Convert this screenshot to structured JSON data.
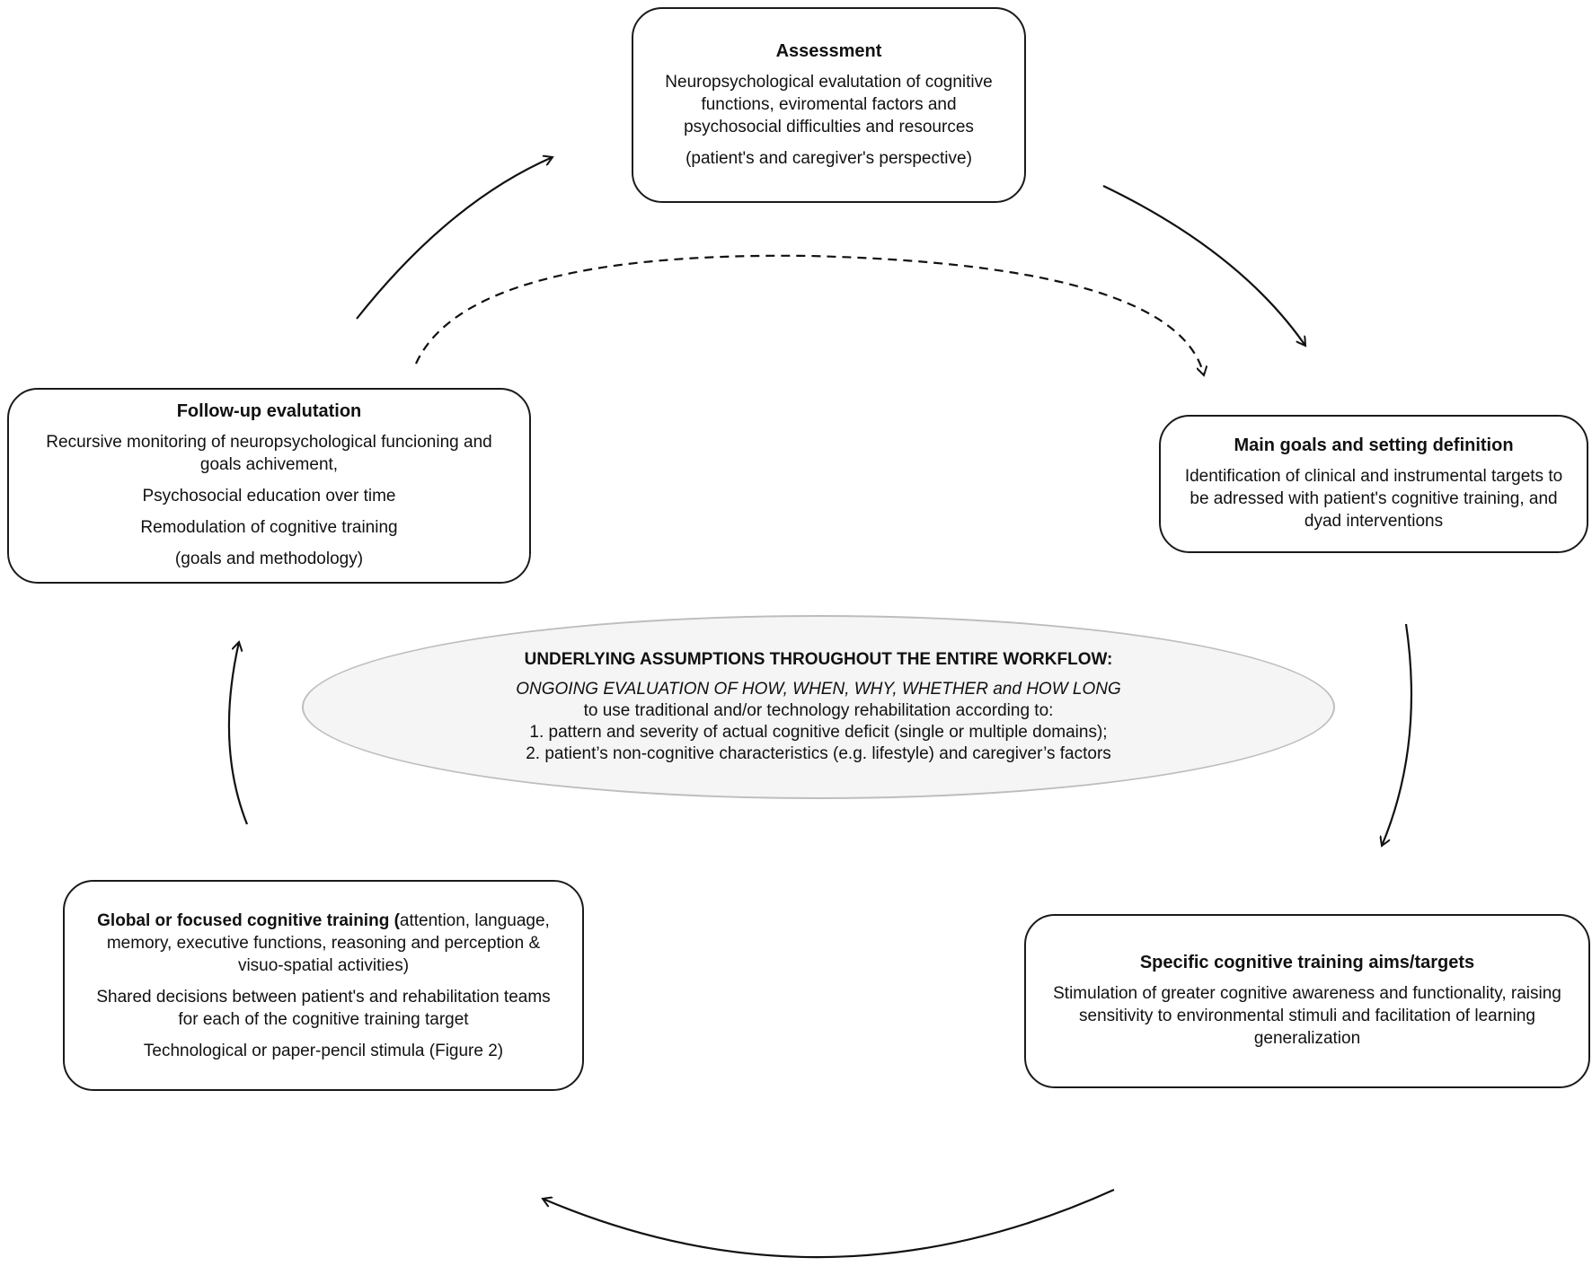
{
  "assessment": {
    "title": "Assessment",
    "line1": "Neuropsychological evalutation of cognitive functions, eviromental factors and psychosocial difficulties and resources",
    "line2": "(patient's and caregiver's perspective)"
  },
  "main_goals": {
    "title": "Main goals and setting definition",
    "line1": "Identification of clinical and instrumental targets to be adressed with patient's cognitive training, and dyad interventions"
  },
  "specific_aims": {
    "title": "Specific cognitive training aims/targets",
    "line1": "Stimulation of greater cognitive awareness and functionality, raising sensitivity to environmental stimuli and facilitation of learning generalization"
  },
  "global_training": {
    "title": "Global or focused cognitive training (",
    "title_rest": "attention, language, memory, executive functions, reasoning and perception & visuo-spatial activities)",
    "line2": "Shared decisions between patient's and rehabilitation teams for each of the cognitive training target",
    "line3": "Technological or paper-pencil stimula (Figure 2)"
  },
  "follow_up": {
    "title": "Follow-up evalutation",
    "line1": "Recursive monitoring of neuropsychological funcioning and goals achivement,",
    "line2": "Psychosocial education over time",
    "line3": "Remodulation of cognitive training",
    "line4": "(goals and methodology)"
  },
  "assumptions": {
    "title": "UNDERLYING ASSUMPTIONS THROUGHOUT THE ENTIRE WORKFLOW:",
    "italic_line": "ONGOING EVALUATION OF HOW, WHEN, WHY, WHETHER and HOW LONG",
    "line2": "to use traditional and/or technology rehabilitation according to:",
    "line3": "1. pattern and severity of actual cognitive deficit (single or multiple domains);",
    "line4": "2. patient’s non-cognitive characteristics (e.g. lifestyle) and caregiver’s factors"
  }
}
